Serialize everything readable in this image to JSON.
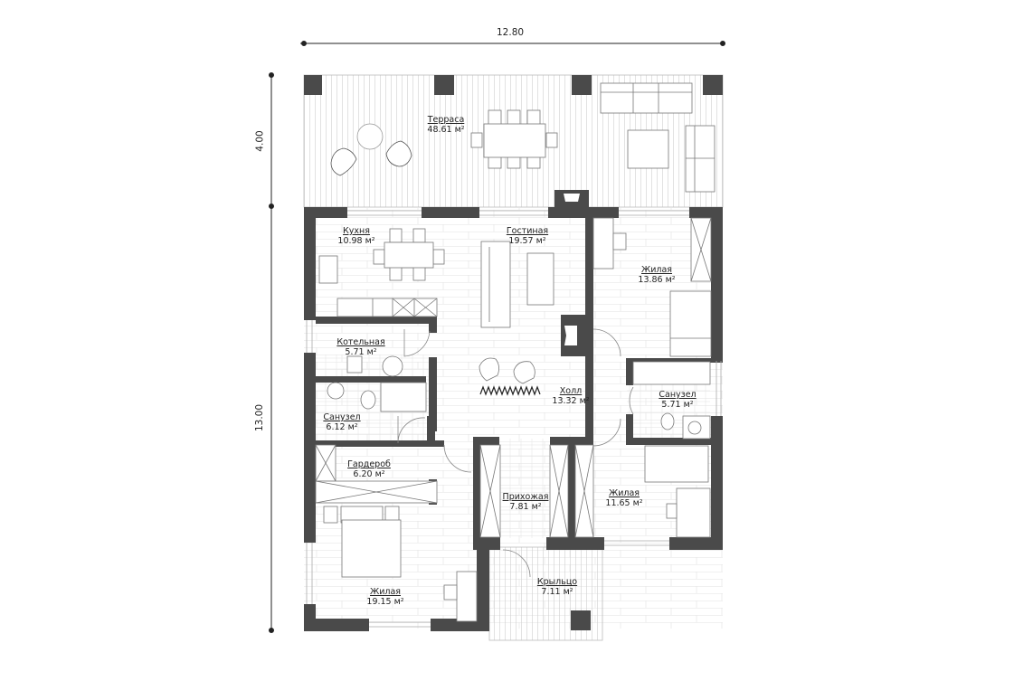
{
  "plan": {
    "colors": {
      "wall": "#4a4a4a",
      "line": "#9a9a9a",
      "floor_line": "#d8d8d8",
      "text": "#222222",
      "background": "#ffffff"
    },
    "dimensions": {
      "width": "12.80",
      "terrace_depth": "4.00",
      "house_depth": "13.00"
    },
    "area_unit": "м²",
    "rooms": [
      {
        "id": "terrace",
        "name": "Терраса",
        "area": "48.61 м²"
      },
      {
        "id": "kitchen",
        "name": "Кухня",
        "area": "10.98 м²"
      },
      {
        "id": "living",
        "name": "Гостиная",
        "area": "19.57 м²"
      },
      {
        "id": "bedroom1",
        "name": "Жилая",
        "area": "13.86 м²"
      },
      {
        "id": "boiler",
        "name": "Котельная",
        "area": "5.71 м²"
      },
      {
        "id": "hall",
        "name": "Холл",
        "area": "13.32 м²"
      },
      {
        "id": "bath2",
        "name": "Санузел",
        "area": "5.71 м²"
      },
      {
        "id": "bath1",
        "name": "Санузел",
        "area": "6.12 м²"
      },
      {
        "id": "wardrobe",
        "name": "Гардероб",
        "area": "6.20 м²"
      },
      {
        "id": "entry",
        "name": "Прихожая",
        "area": "7.81 м²"
      },
      {
        "id": "bedroom3",
        "name": "Жилая",
        "area": "11.65 м²"
      },
      {
        "id": "bedroom2",
        "name": "Жилая",
        "area": "19.15 м²"
      },
      {
        "id": "porch",
        "name": "Крыльцо",
        "area": "7.11 м²"
      }
    ]
  }
}
